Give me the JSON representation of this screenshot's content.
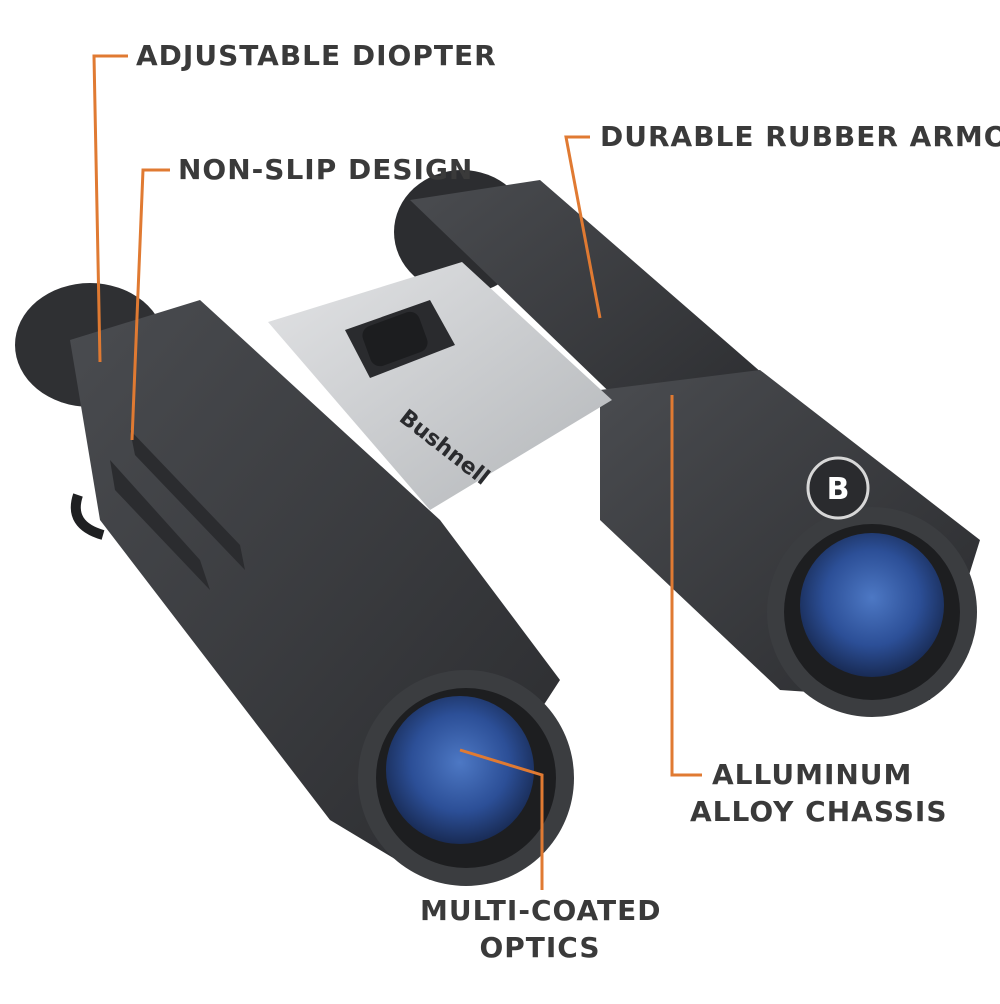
{
  "product": {
    "brand_text": "Bushnell",
    "badge_letter": "B"
  },
  "callouts": {
    "adjustable_diopter": "ADJUSTABLE DIOPTER",
    "non_slip_design": "NON-SLIP DESIGN",
    "durable_rubber_armor": "DURABLE RUBBER ARMOR",
    "aluminum_chassis_line1": "ALLUMINUM",
    "aluminum_chassis_line2": "ALLOY CHASSIS",
    "optics_line1": "MULTI-COATED",
    "optics_line2": "OPTICS"
  },
  "colors": {
    "callout_line": "#e07a32",
    "label_text": "#3a3a3a",
    "body_dark": "#3b3d40",
    "bridge_silver": "#c9cbcd",
    "lens_blue": "#2f4f8f"
  }
}
